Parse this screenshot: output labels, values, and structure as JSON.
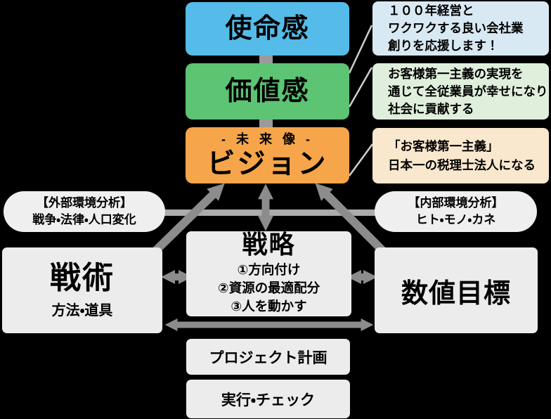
{
  "colors": {
    "background": "#000000",
    "mission_box": "#55BCE9",
    "values_box": "#5CC472",
    "vision_box": "#F6A54A",
    "mission_note": "#D8E9F4",
    "values_note": "#DFEFDC",
    "vision_note": "#FAE8CE",
    "gray_box": "#ECECEC",
    "pill": "#EFEFEF",
    "arrow": "#8C8C8C",
    "link_bar": "#ACACAC"
  },
  "pyramid": {
    "mission": {
      "label": "使命感"
    },
    "values": {
      "label": "価値感"
    },
    "vision": {
      "subtitle": "- 未 来 像 -",
      "label": "ビジョン"
    }
  },
  "notes": {
    "mission": {
      "lines": [
        "１００年経営と",
        "ワクワクする良い会社業",
        "創りを応援します！"
      ]
    },
    "values": {
      "lines": [
        "お客様第一主義の実現を",
        "通じて全従業員が幸せになり",
        "社会に貢献する"
      ]
    },
    "vision": {
      "lines": [
        "「お客様第一主義」",
        "日本一の税理士法人になる"
      ]
    }
  },
  "analysis": {
    "external": {
      "lines": [
        "【外部環境分析】",
        "戦争・法律・人口変化"
      ]
    },
    "internal": {
      "lines": [
        "【内部環境分析】",
        "ヒト・モノ・カネ"
      ]
    }
  },
  "strategy": {
    "label": "戦略",
    "items": [
      "①方向付け",
      "②資源の最適配分",
      "③人を動かす"
    ]
  },
  "tactics": {
    "label": "戦術",
    "subtitle": "方法・道具"
  },
  "targets": {
    "label": "数値目標"
  },
  "process": {
    "plan": "プロジェクト計画",
    "execute": "実行・チェック"
  }
}
